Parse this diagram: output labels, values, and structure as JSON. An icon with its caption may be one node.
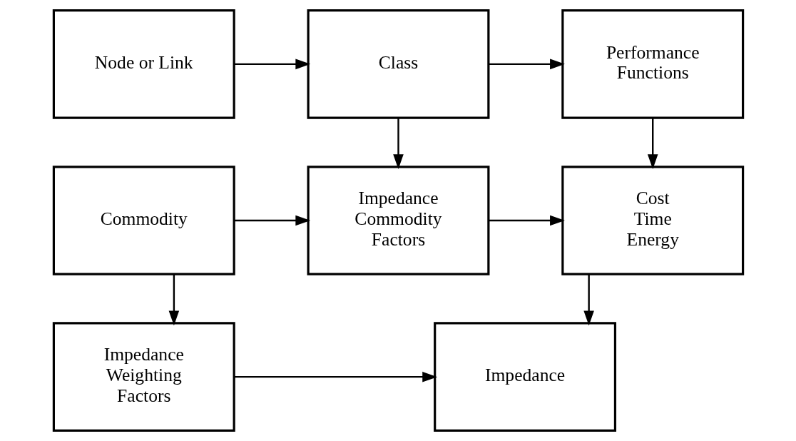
{
  "diagram": {
    "nodes": [
      {
        "text": [
          "Node or Link"
        ]
      },
      {
        "text": [
          "Class"
        ]
      },
      {
        "text": [
          "Performance Functions"
        ]
      },
      {
        "text": [
          "Commodity"
        ]
      },
      {
        "text": [
          "Impedance Commodity Factors"
        ]
      },
      {
        "text": [
          "Cost Time Energy"
        ]
      },
      {
        "text": [
          "Impedance Weighting Factors"
        ]
      },
      {
        "text": [
          "Impedance"
        ]
      }
    ],
    "edges": [
      {
        "from": 0,
        "to": 1,
        "arrow": "to"
      },
      {
        "from": 1,
        "to": 2,
        "arrow": "to"
      },
      {
        "from": 1,
        "to": 4,
        "arrow": "to"
      },
      {
        "from": 2,
        "to": 5,
        "arrow": "to"
      },
      {
        "from": 3,
        "to": 4,
        "arrow": "to"
      },
      {
        "from": 4,
        "to": 5,
        "arrow": "to"
      },
      {
        "from": 5,
        "to": 7,
        "arrow": "to"
      },
      {
        "from": 3,
        "to": 6,
        "arrow": "to"
      },
      {
        "from": 6,
        "to": 7,
        "arrow": "to"
      }
    ]
  }
}
